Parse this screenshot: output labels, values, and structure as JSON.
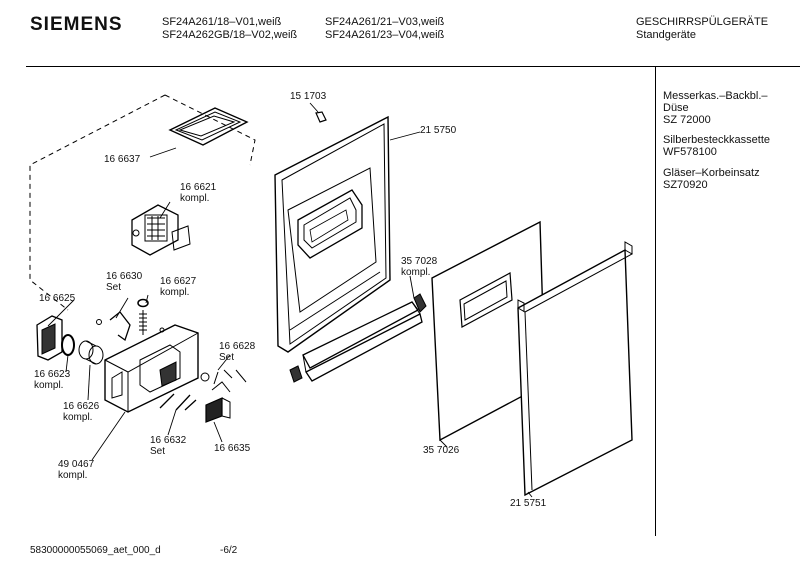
{
  "header": {
    "brand": "SIEMENS",
    "models": [
      "SF24A261/18–V01,weiß",
      "SF24A262GB/18–V02,weiß",
      "SF24A261/21–V03,weiß",
      "SF24A261/23–V04,weiß"
    ],
    "category": "GESCHIRRSPÜLGERÄTE",
    "subcategory": "Standgeräte"
  },
  "accessories": [
    {
      "name": "Messerkas.–Backbl.–Düse",
      "code": "SZ 72000"
    },
    {
      "name": "Silberbesteckkassette",
      "code": "WF578100"
    },
    {
      "name": "Gläser–Korbeinsatz",
      "code": "SZ70920"
    }
  ],
  "parts": {
    "p166637": "16 6637",
    "p166621": "16 6621",
    "p166621_note": "kompl.",
    "p166630": "16 6630",
    "p166630_note": "Set",
    "p166627": "16 6627",
    "p166627_note": "kompl.",
    "p166625": "16 6625",
    "p166623": "16 6623",
    "p166623_note": "kompl.",
    "p166626": "16 6626",
    "p166626_note": "kompl.",
    "p166628": "16 6628",
    "p166628_note": "Set",
    "p166632": "16 6632",
    "p166632_note": "Set",
    "p166635": "16 6635",
    "p490467": "49 0467",
    "p490467_note": "kompl.",
    "p151703": "15 1703",
    "p215750": "21 5750",
    "p357028": "35 7028",
    "p357028_note": "kompl.",
    "p357026": "35 7026",
    "p215751": "21 5751"
  },
  "footer": {
    "doc_id": "58300000055069_aet_000_d",
    "page": "-6/2"
  }
}
